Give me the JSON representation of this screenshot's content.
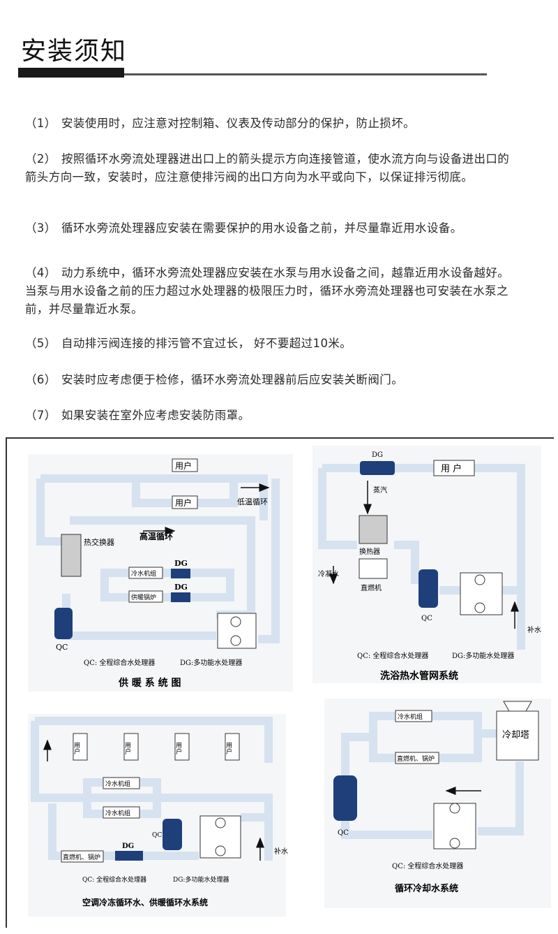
{
  "heading": "安装须知",
  "instructions": [
    {
      "num": "（1）",
      "text": "安装使用时，应注意对控制箱、仪表及传动部分的保护，防止损坏。"
    },
    {
      "num": "（2）",
      "text": "按照循环水旁流处理器进出口上的箭头提示方向连接管道，使水流方向与设备进出口的箭头方向一致，安装时，应注意使排污阀的出口方向为水平或向下，以保证排污彻底。"
    },
    {
      "num": "（3）",
      "text": "循环水旁流处理器应安装在需要保护的用水设备之前，并尽量靠近用水设备。"
    },
    {
      "num": "（4）",
      "text": "动力系统中，循环水旁流处理器应安装在水泵与用水设备之间，越靠近用水设备越好。当泵与用水设备之前的压力超过水处理器的极限压力时，循环水旁流处理器也可安装在水泵之前，并尽量靠近水泵。"
    },
    {
      "num": "（5）",
      "text": "自动排污阀连接的排污管不宜过长，  好不要超过10米。"
    },
    {
      "num": "（6）",
      "text": "安装时应考虑便于检修，循环水旁流处理器前后应安装关断阀门。"
    },
    {
      "num": "（7）",
      "text": "如果安装在室外应考虑安装防雨罩。"
    }
  ],
  "diagrams": {
    "heating": {
      "caption": "供 暖 系 统 图",
      "user": "用户",
      "low_temp": "低温循环",
      "high_temp": "高温循环",
      "exchanger": "热交换器",
      "chiller": "冷水机组",
      "boiler": "供暖锅炉",
      "dg": "DG",
      "qc": "QC",
      "legend_qc": "QC: 全程综合水处理器",
      "legend_dg": "DG:多功能水处理器"
    },
    "bath": {
      "caption": "洗浴热水管网系统",
      "dg": "DG",
      "user": "用 户",
      "steam": "蒸汽",
      "exchanger": "换热器",
      "direct_fired": "直燃机",
      "cold_water": "冷凝水",
      "makeup": "补水",
      "qc": "QC",
      "legend_qc": "QC: 全程综合水处理器",
      "legend_dg": "DG:多功能水处理器"
    },
    "ac": {
      "caption": "空调冷冻循环水、供暖循环水系统",
      "user": "用户",
      "chiller": "冷水机组",
      "direct_boiler": "直燃机、锅炉",
      "dg": "DG",
      "qc": "QC",
      "makeup": "补水",
      "legend_qc": "QC: 全程综合水处理器",
      "legend_dg": "DG:多功能水处理器"
    },
    "cooling": {
      "caption": "循环冷却水系统",
      "chiller": "冷水机组",
      "direct_boiler": "直燃机、锅炉",
      "tower": "冷却塔",
      "qc": "QC",
      "legend_qc": "QC: 全程综合水处理器"
    }
  },
  "colors": {
    "pipe_fill": "#d6e2ef",
    "pipe_stroke": "#3a3a3a",
    "device": "#1e3f7a"
  }
}
